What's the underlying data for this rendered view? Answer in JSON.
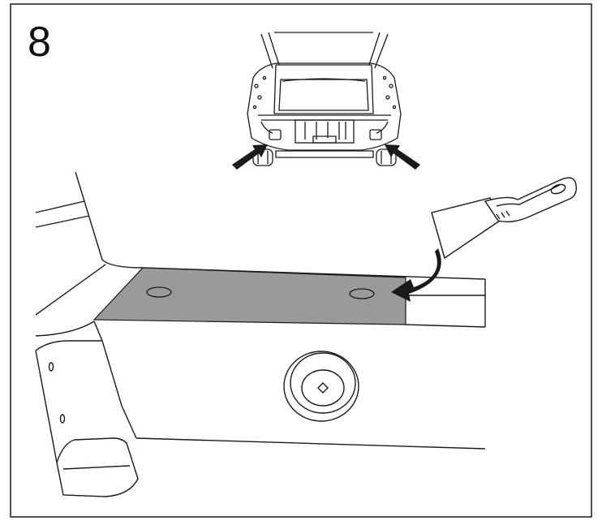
{
  "step": {
    "number": "8"
  },
  "colors": {
    "stroke": "#1a1a1a",
    "shaded_area": "#9a9a9a",
    "background": "#ffffff"
  },
  "illustration": {
    "icons": [
      "car-rear-view",
      "pointer-arrow-left",
      "pointer-arrow-right",
      "putty-knife-scraper",
      "curved-arrow",
      "rear-panel-closeup"
    ]
  }
}
